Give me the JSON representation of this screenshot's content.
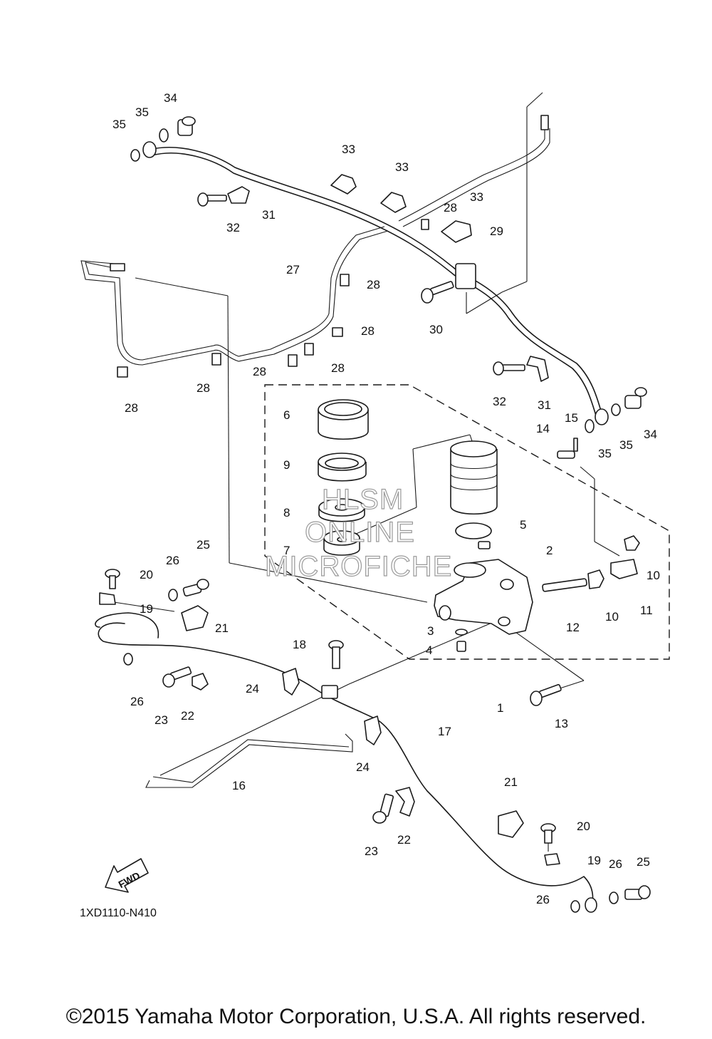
{
  "diagram_code": "1XD1110-N410",
  "fwd_label": "FWD",
  "watermark": {
    "line1": "HLSM",
    "line2": "ONLINE",
    "line3": "MICROFICHE"
  },
  "copyright": "©2015 Yamaha Motor Corporation, U.S.A. All rights reserved.",
  "callouts": [
    "34",
    "35",
    "35",
    "33",
    "33",
    "33",
    "28",
    "29",
    "31",
    "32",
    "27",
    "28",
    "28",
    "30",
    "28",
    "28",
    "28",
    "28",
    "32",
    "31",
    "15",
    "14",
    "34",
    "35",
    "35",
    "6",
    "9",
    "8",
    "7",
    "5",
    "2",
    "10",
    "10",
    "11",
    "12",
    "3",
    "4",
    "20",
    "26",
    "25",
    "19",
    "21",
    "26",
    "23",
    "22",
    "18",
    "24",
    "1",
    "13",
    "17",
    "24",
    "16",
    "21",
    "20",
    "23",
    "22",
    "19",
    "26",
    "25",
    "26"
  ]
}
